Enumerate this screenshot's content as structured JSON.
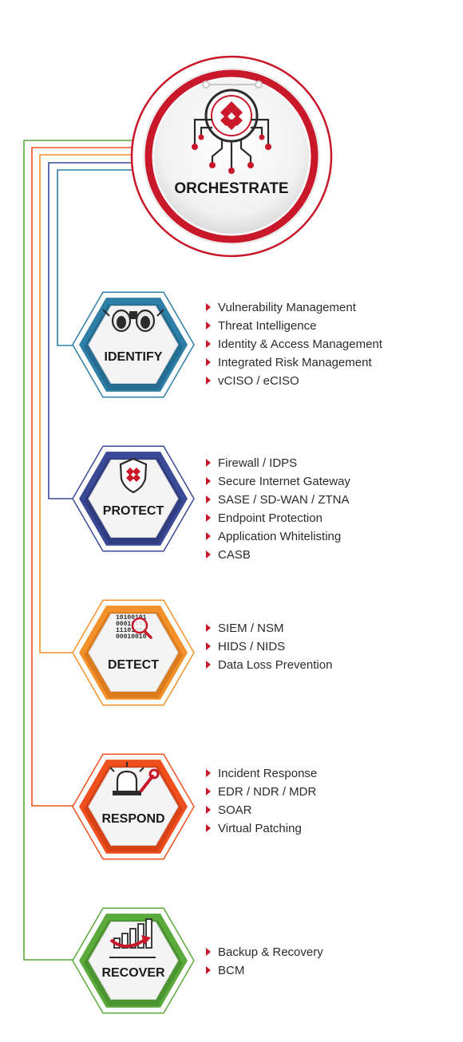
{
  "center": {
    "label": "ORCHESTRATE",
    "icon": "fortinet-circuit-icon",
    "color": "#c8182a"
  },
  "stages": [
    {
      "id": "identify",
      "label": "IDENTIFY",
      "icon": "binoculars-icon",
      "color": "#2e7fa8",
      "color_dark": "#1f5f82",
      "items": [
        "Vulnerability Management",
        "Threat Intelligence",
        "Identity & Access Management",
        "Integrated Risk Management",
        "vCISO / eCISO"
      ]
    },
    {
      "id": "protect",
      "label": "PROTECT",
      "icon": "shield-icon",
      "color": "#3b4a97",
      "color_dark": "#28336e",
      "items": [
        "Firewall / IDPS",
        "Secure Internet Gateway",
        "SASE / SD-WAN / ZTNA",
        "Endpoint Protection",
        "Application Whitelisting",
        "CASB"
      ]
    },
    {
      "id": "detect",
      "label": "DETECT",
      "icon": "binary-magnifier-icon",
      "color": "#f3922b",
      "color_dark": "#c96a14",
      "items": [
        "SIEM / NSM",
        "HIDS / NIDS",
        "Data Loss Prevention"
      ]
    },
    {
      "id": "respond",
      "label": "RESPOND",
      "icon": "alarm-wrench-icon",
      "color": "#f0501e",
      "color_dark": "#c23710",
      "items": [
        "Incident Response",
        "EDR / NDR / MDR",
        "SOAR",
        "Virtual Patching"
      ]
    },
    {
      "id": "recover",
      "label": "RECOVER",
      "icon": "recovery-chart-icon",
      "color": "#5aaa3c",
      "color_dark": "#3f8428",
      "items": [
        "Backup & Recovery",
        "BCM"
      ]
    }
  ]
}
